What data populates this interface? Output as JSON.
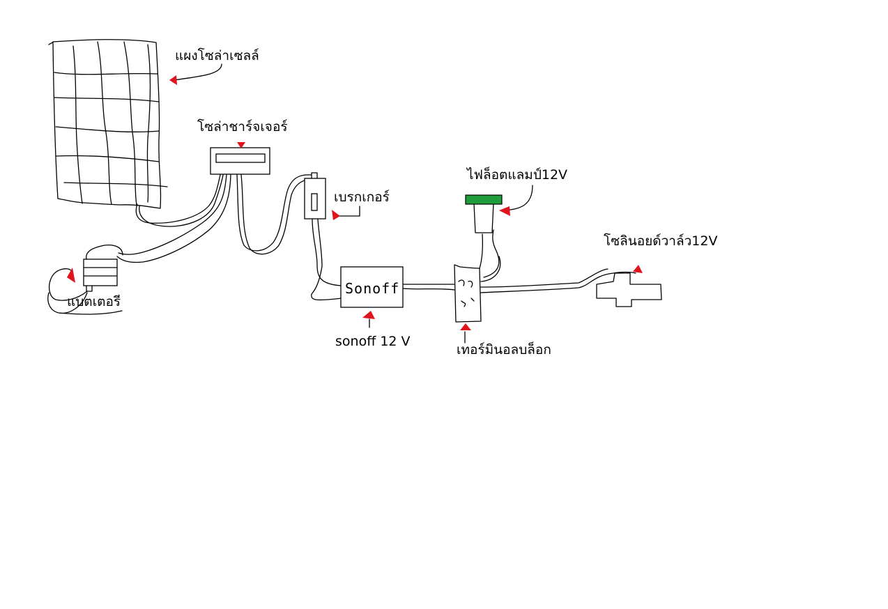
{
  "labels": {
    "solar_panel": "แผงโซล่าเซลล์",
    "solar_charger": "โซล่าชาร์จเจอร์",
    "breaker": "เบรกเกอร์",
    "pilot_lamp": "ไฟล็อตแลมป์12V",
    "solenoid_valve": "โซลินอยด์วาล์ว12V",
    "battery": "แบตเตอรี",
    "sonoff": "sonoff 12 V",
    "terminal_block": "เทอร์มินอลบล็อก",
    "sonoff_box_text": "Sonoff"
  },
  "colors": {
    "ink": "#000000",
    "pointer": "#e0141c",
    "lamp": "#1e9d3a",
    "background": "#ffffff"
  }
}
